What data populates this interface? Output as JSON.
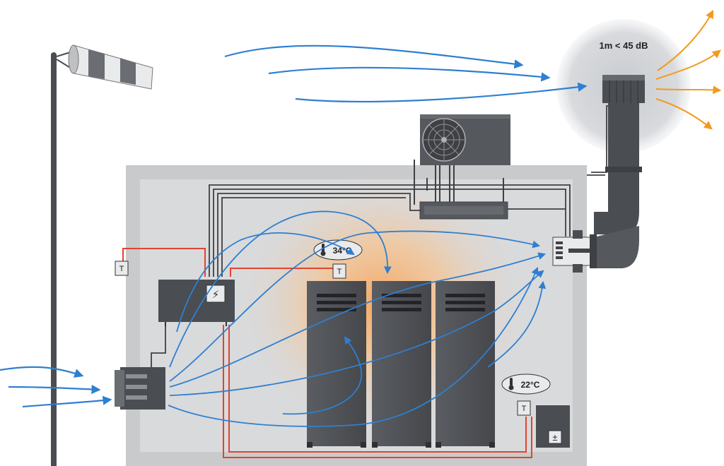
{
  "labels": {
    "noise_level": "1m < 45 dB",
    "temp_hot": "34°C",
    "temp_cool": "22°C",
    "sensor_letter": "T",
    "power_symbol": "⚡",
    "dc_symbol": "±"
  },
  "colors": {
    "airflow_arrow": "#2f7fd0",
    "exhaust_arrow": "#f39a1e",
    "sensor_wire": "#e0452f",
    "equipment": "#4a4d52",
    "shelter_wall": "#c9cacc",
    "shelter_inner": "#d9dadc",
    "heat_glow": "#f7b976",
    "noise_zone": "#d3d5d9"
  },
  "icons": [
    "windsock-icon",
    "fan-icon",
    "thermometer-icon",
    "lightning-icon",
    "plus-minus-icon"
  ]
}
